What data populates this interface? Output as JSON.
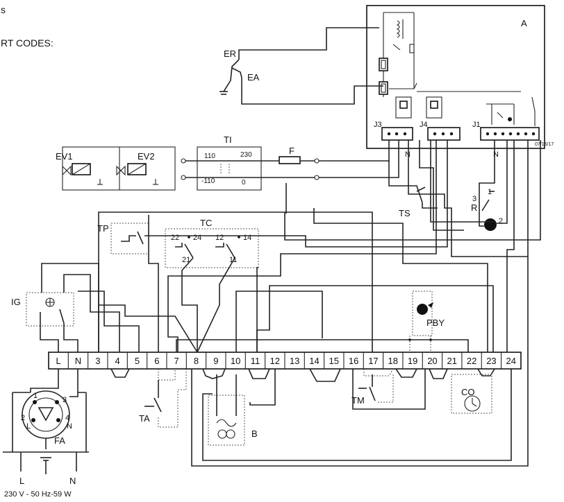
{
  "header": {
    "line1": "s",
    "line2": "RT CODES:"
  },
  "labels": {
    "A": "A",
    "ER": "ER",
    "EA": "EA",
    "EV1": "EV1",
    "EV2": "EV2",
    "TI": "TI",
    "F": "F",
    "TS": "TS",
    "TP": "TP",
    "TC": "TC",
    "R": "R",
    "IG": "IG",
    "PBY": "PBY",
    "TA": "TA",
    "TM": "TM",
    "CO": "CO",
    "B": "B",
    "FA": "FA",
    "L": "L",
    "N": "N",
    "N_j3": "N",
    "N_j1": "N",
    "supply": "230 V - 50 Hz-59 W"
  },
  "connectors": {
    "J3": "J3",
    "J4": "J4",
    "J1": "J1",
    "ref": "07/15/17"
  },
  "transformer": {
    "p110": "110",
    "p230": "230",
    "m110": "-110",
    "zero": "0"
  },
  "tc_contacts": [
    "22",
    "24",
    "12",
    "14",
    "21",
    "11"
  ],
  "terminals": [
    "L",
    "N",
    "3",
    "4",
    "5",
    "6",
    "7",
    "8",
    "9",
    "10",
    "11",
    "12",
    "13",
    "14",
    "15",
    "16",
    "17",
    "18",
    "19",
    "20",
    "21",
    "22",
    "23",
    "24"
  ],
  "fa_pins": [
    "1",
    "2",
    "3",
    "4",
    "N",
    "L"
  ],
  "relay_pins": [
    "3",
    "1",
    "2"
  ]
}
